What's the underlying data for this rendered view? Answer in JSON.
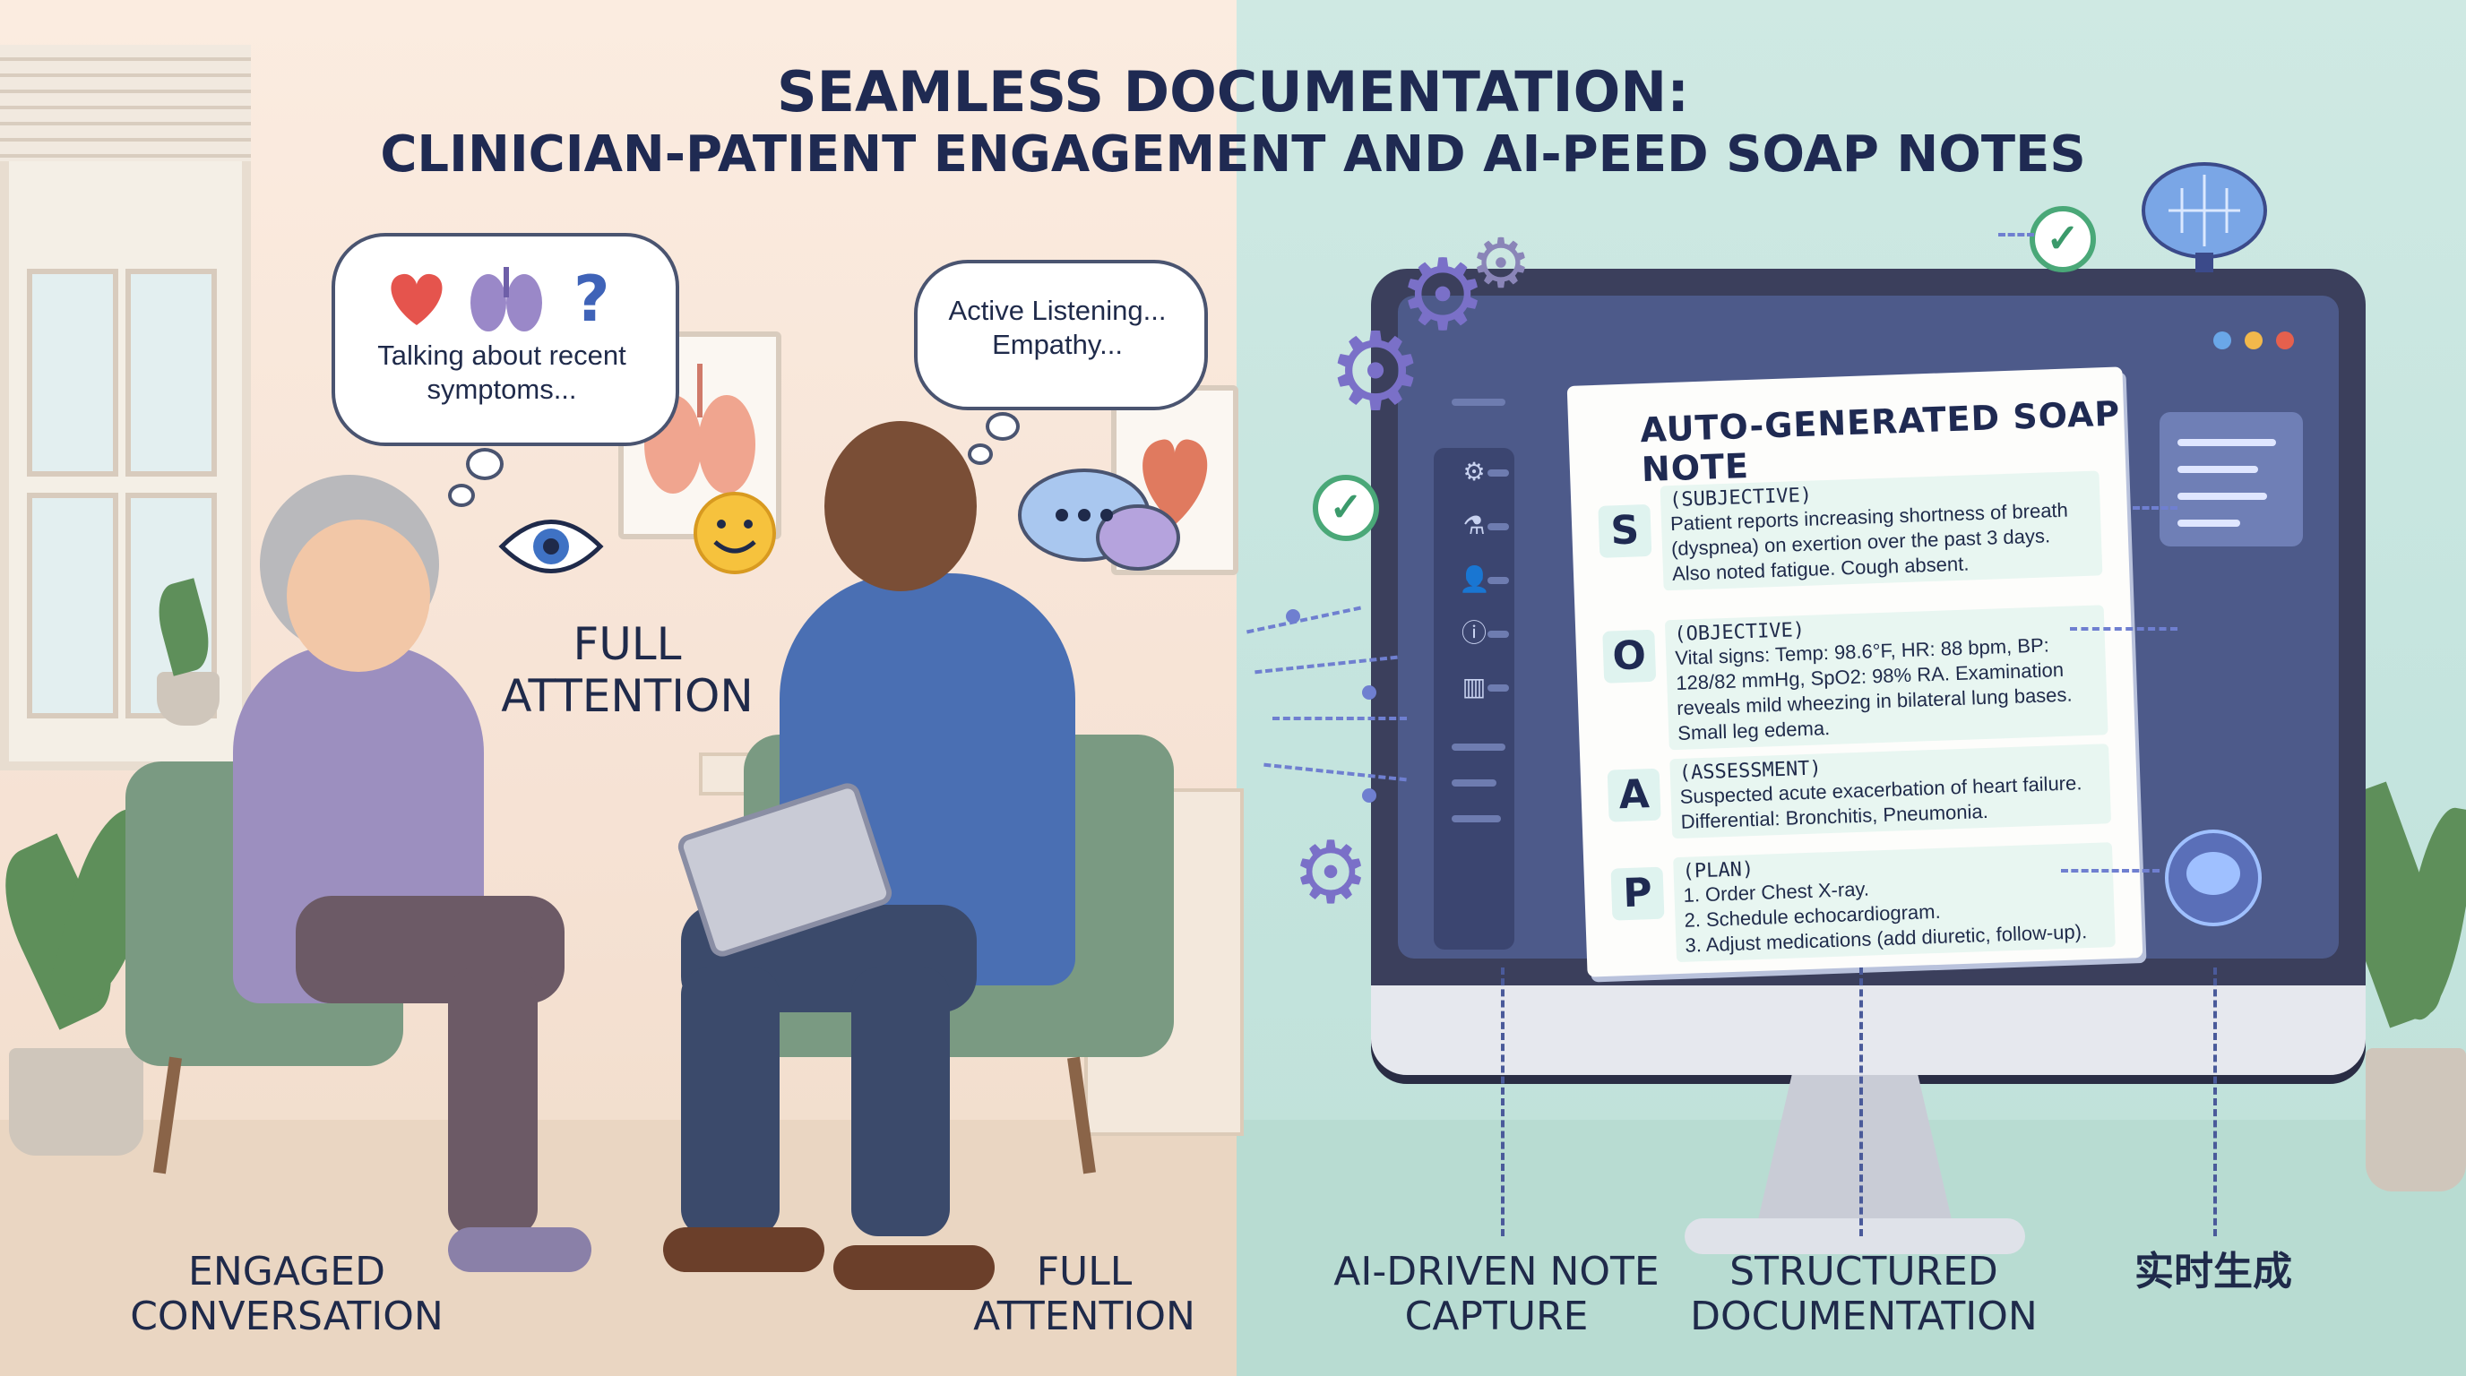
{
  "title": {
    "line1": "SEAMLESS DOCUMENTATION:",
    "line2": "CLINICIAN-PATIENT ENGAGEMENT AND AI-PEED SOAP NOTES"
  },
  "patient_bubble": {
    "text": "Talking about recent symptoms...",
    "icons": [
      "heart-icon",
      "lungs-icon",
      "question-icon"
    ]
  },
  "clinician_bubble": {
    "text": "Active Listening... Empathy..."
  },
  "center_label": "FULL ATTENTION",
  "captions": {
    "left1": "ENGAGED CONVERSATION",
    "left2": "FULL ATTENTION",
    "right1": "AI-DRIVEN NOTE CAPTURE",
    "right2": "STRUCTURED DOCUMENTATION",
    "right3": "实时生成"
  },
  "note": {
    "title": "AUTO-GENERATED SOAP NOTE",
    "sections": [
      {
        "letter": "S",
        "head": "(SUBJECTIVE)",
        "text": "Patient reports increasing shortness of breath (dyspnea) on exertion over the past 3 days. Also noted fatigue. Cough absent."
      },
      {
        "letter": "O",
        "head": "(OBJECTIVE)",
        "text": "Vital signs: Temp: 98.6°F, HR: 88 bpm, BP: 128/82 mmHg, SpO2: 98% RA. Examination reveals mild wheezing in bilateral lung bases. Small leg edema."
      },
      {
        "letter": "A",
        "head": "(ASSESSMENT)",
        "text": "Suspected acute exacerbation of heart failure. Differential: Bronchitis, Pneumonia."
      },
      {
        "letter": "P",
        "head": "(PLAN)",
        "text": "1. Order Chest X-ray.\n2. Schedule echocardiogram.\n3. Adjust medications (add diuretic, follow-up)."
      }
    ]
  },
  "colors": {
    "left_bg": "#fbece0",
    "right_bg": "#cfe9e3",
    "title": "#1f2a52",
    "accent_gear": "#7a70c8",
    "check_green": "#4aa878"
  }
}
